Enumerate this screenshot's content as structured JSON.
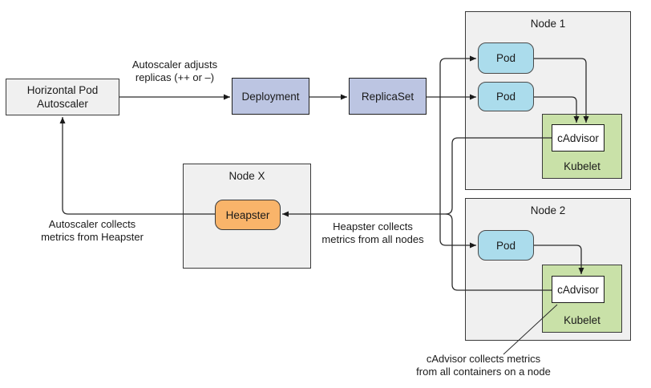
{
  "colors": {
    "node_fill": "#f0f0f0",
    "node_border": "#3a3a3a",
    "control_fill": "#bcc5e2",
    "pod_fill": "#abdcec",
    "kubelet_fill": "#c9e1a8",
    "heapster_fill": "#f9b46a",
    "line": "#2b2b2b"
  },
  "boxes": {
    "hpa_line1": "Horizontal Pod",
    "hpa_line2": "Autoscaler",
    "deployment": "Deployment",
    "replicaset": "ReplicaSet",
    "node1_title": "Node 1",
    "node2_title": "Node 2",
    "nodex_title": "Node X",
    "pod": "Pod",
    "kubelet": "Kubelet",
    "cadvisor": "cAdvisor",
    "heapster": "Heapster"
  },
  "annotations": {
    "adjust_line1": "Autoscaler adjusts",
    "adjust_line2": "replicas (++ or –)",
    "collect_hpa_line1": "Autoscaler collects",
    "collect_hpa_line2": "metrics from Heapster",
    "collect_heapster_line1": "Heapster collects",
    "collect_heapster_line2": "metrics from all nodes",
    "cadvisor_note_line1": "cAdvisor collects metrics",
    "cadvisor_note_line2": "from all containers on a node"
  }
}
